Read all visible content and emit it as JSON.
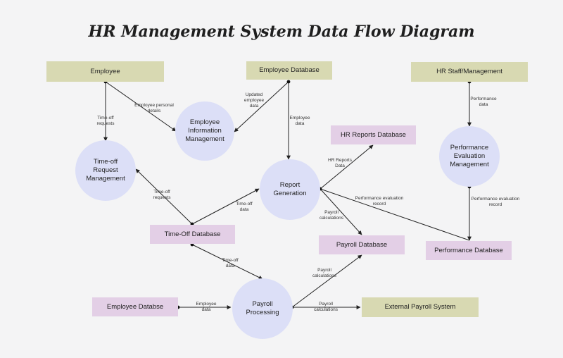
{
  "title": "HR Management System Data Flow Diagram",
  "colors": {
    "external_entity": "#d8d9b2",
    "data_store": "#e3cfe6",
    "process": "#dcdff7",
    "edge": "#222222"
  },
  "nodes": {
    "employee": "Employee",
    "employee_database": "Employee Database",
    "hr_staff": "HR Staff/Management",
    "employee_info_mgmt": "Employee\nInformation\nManagement",
    "hr_reports_database": "HR Reports Database",
    "performance_eval_mgmt": "Performance\nEvaluation\nManagement",
    "time_off_request_mgmt": "Time-off\nRequest\nManagement",
    "report_generation": "Report\nGeneration",
    "time_off_database": "Time-Off Database",
    "payroll_database": "Payroll Database",
    "performance_database": "Performance Database",
    "employee_databse": "Employee Databse",
    "payroll_processing": "Payroll\nProcessing",
    "external_payroll_system": "External Payroll System"
  },
  "edges": {
    "timeoff_requests_1": "Time-off\nrequests",
    "employee_personal_details": "Employee personal\ndetails",
    "updated_employee_data": "Updated\nemployee\ndata",
    "employee_data_1": "Employee\ndata",
    "performance_data": "Performance\ndata",
    "hr_reports_data": "HR Reports\nData",
    "timeoff_requests_2": "Time-off\nrequests",
    "timeoff_data_1": "Time-off\ndata",
    "performance_evaluation_record_1": "Performance evaluation\nrecord",
    "performance_evaluation_record_2": "Performance evaluation\nrecord",
    "payroll_calculations_1": "Payroll\ncalculations",
    "timeoff_data_2": "Time-off\ndata",
    "payroll_calculations_2": "Payroll\ncalculations",
    "employee_data_2": "Employee\ndata",
    "payroll_calculations_3": "Payroll\ncalculations"
  }
}
